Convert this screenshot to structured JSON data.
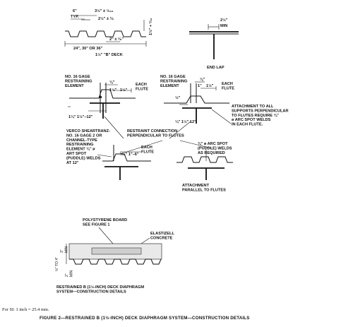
{
  "deck_profile": {
    "dim_spacing": "6\"",
    "dim_spacing_sub": "TYP.",
    "dim_top1": "3½\" ± ½₃₂",
    "dim_top2": "2½\" ± ¹⁄₈",
    "dim_bottom": "2\" ± ¹⁄₈\"",
    "dim_depth": "1½\" + ¹⁄₁₆",
    "dim_width": "24\", 30\" OR 36\"",
    "caption": "1½\" \"B\" DECK"
  },
  "end_lap": {
    "dim": "2½\"",
    "dim_sub": "MIN",
    "caption": "END LAP"
  },
  "detail_left": {
    "label": "NO. 16 GAGE\nRESTRAINING\nELEMENT",
    "dim_top": "⅛\"",
    "dim_a": "1½\"",
    "dim_b": "1½\"",
    "dim_bottom": "1¼\"    1½\"–12\"",
    "each_flute": "EACH\nFLUTE"
  },
  "detail_right": {
    "label": "NO. 16 GAGE\nRESTRAINING\nELEMENT",
    "dim_top": "⅛\"",
    "dim_a": "1\"",
    "dim_b": "1½\"",
    "dim_left": "½\"",
    "dim_bottom": "¼\"  1½\"  12\"",
    "each_flute": "EACH\nFLUTE"
  },
  "attachment_note": "ATTACHMENT TO ALL\nSUPPORTS PERPENDICULAR\nTO FLUTES REQUIRE ¾\"\nø ARC SPOT WELDS\nIN EACH FLUTE.",
  "restraint_note": "RESTRAINT CONNECTION\nPERPENDICULAR TO FLUTES",
  "verco_note": "VERCO SHEARTRANZ-\nNO. 16 GAGE 2 OR\nCHANNEL-TYPE\nRESTRAINING\nELEMENT ¾\" ø\nART SPOT\n(PUDDLE) WELDS\nAT 12\"",
  "detail_lower": {
    "dim_bottom": "¹⁄₁₆\"  1\"–6\"",
    "each_flute": "EACH\nFLUTE"
  },
  "arc_spot_note": "¾\" ø ARC SPOT\n(PUDDLE) WELDS\nAS REQUIRED",
  "parallel_caption": "ATTACHMENT\nPARALLEL TO FLUTES",
  "section": {
    "board_label": "POLYSTYRENE BOARD\nSEE FIGURE 1",
    "concrete_label": "ELASTIZELL\nCONCRETE",
    "dim_a": "3\"\nMIN",
    "dim_b": "½\" TO 4\"",
    "dim_c": "2\"\nMIN",
    "caption": "RESTRAINED B (1½-INCH) DECK DIAPHRAGM\nSYSTEM—CONSTRUCTION DETAILS"
  },
  "si_note": "For SI: 1 inch = 25.4 mm.",
  "figure_caption": "FIGURE 2—RESTRAINED B (1½-INCH) DECK DIAPHRAGM SYSTEM—CONSTRUCTION DETAILS"
}
